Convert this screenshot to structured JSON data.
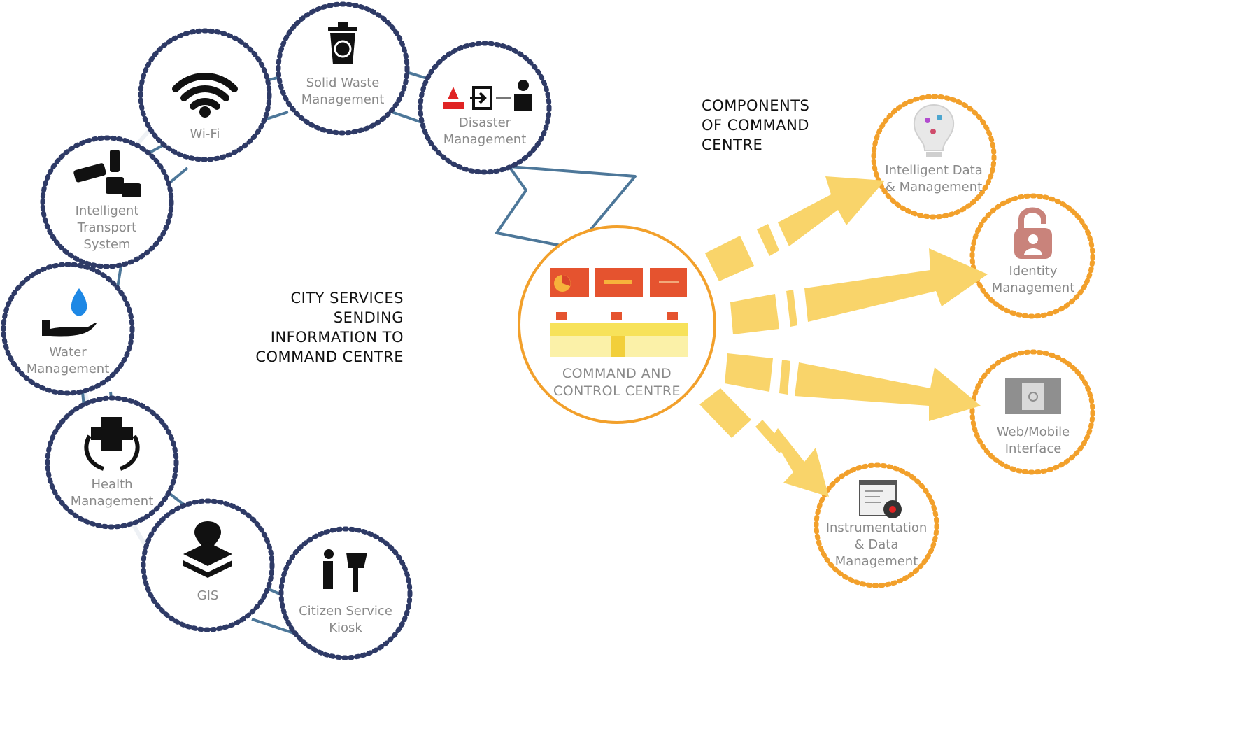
{
  "city_services": [
    {
      "id": "wifi",
      "lines": [
        "Wi-Fi"
      ],
      "icon": "wifi-icon"
    },
    {
      "id": "solid-waste",
      "lines": [
        "Solid Waste",
        "Management"
      ],
      "icon": "recycle-bin-icon"
    },
    {
      "id": "disaster",
      "lines": [
        "Disaster",
        "Management"
      ],
      "icon": "alert-icon"
    },
    {
      "id": "transport",
      "lines": [
        "Intelligent",
        "Transport",
        "System"
      ],
      "icon": "traffic-icon"
    },
    {
      "id": "water",
      "lines": [
        "Water",
        "Management"
      ],
      "icon": "water-drop-hand-icon"
    },
    {
      "id": "health",
      "lines": [
        "Health",
        "Management"
      ],
      "icon": "health-cross-icon"
    },
    {
      "id": "gis",
      "lines": [
        "GIS"
      ],
      "icon": "map-layers-icon"
    },
    {
      "id": "kiosk",
      "lines": [
        "Citizen Service",
        "Kiosk"
      ],
      "icon": "kiosk-icon"
    }
  ],
  "city_heading": [
    "CITY SERVICES",
    "SENDING",
    "INFORMATION TO",
    "COMMAND CENTRE"
  ],
  "components_heading": [
    "COMPONENTS",
    "OF COMMAND",
    "CENTRE"
  ],
  "center": {
    "lines": [
      "COMMAND AND",
      "CONTROL CENTRE"
    ],
    "icon": "control-room-icon"
  },
  "components": [
    {
      "id": "intelligent-data",
      "lines": [
        "Intelligent Data",
        "& Management"
      ],
      "icon": "lightbulb-icon"
    },
    {
      "id": "identity",
      "lines": [
        "Identity",
        "Management"
      ],
      "icon": "padlock-user-icon"
    },
    {
      "id": "web-mobile",
      "lines": [
        "Web/Mobile",
        "Interface"
      ],
      "icon": "device-icon"
    },
    {
      "id": "instrumentation",
      "lines": [
        "Instrumentation",
        "& Data",
        "Management"
      ],
      "icon": "gear-document-icon"
    }
  ],
  "colors": {
    "service_ring": "#2e3a66",
    "connector": "#4d7799",
    "component_ring": "#f2a02b",
    "beam": "#f9d46a",
    "label": "#8a8a8a",
    "screen": "#e5532f"
  }
}
